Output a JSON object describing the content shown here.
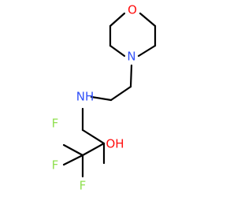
{
  "molecule": {
    "atoms": {
      "morpholine_oxygen": "O",
      "morpholine_nitrogen": "N",
      "amine": "NH",
      "hydroxyl": "OH",
      "fluorine_1": "F",
      "fluorine_2": "F",
      "fluorine_3": "F"
    },
    "colors": {
      "bond": "#000000",
      "oxygen": "#ff0d0d",
      "nitrogen": "#3050f8",
      "fluorine": "#90e050"
    }
  }
}
